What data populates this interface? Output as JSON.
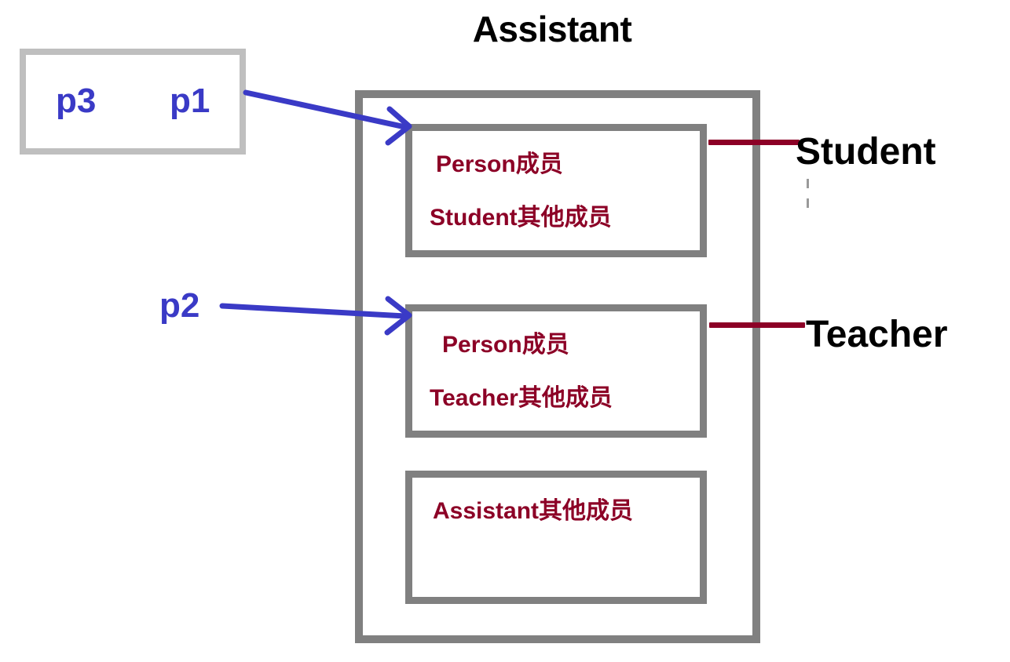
{
  "diagram": {
    "title": "Assistant",
    "pointer_box": {
      "pointers": [
        {
          "name": "p3"
        },
        {
          "name": "p1"
        }
      ]
    },
    "external_pointers": [
      {
        "name": "p2"
      }
    ],
    "object_box": {
      "label": "Assistant",
      "members": [
        {
          "id": "student",
          "class_label": "Student",
          "lines": [
            "Person成员",
            "Student其他成员"
          ]
        },
        {
          "id": "teacher",
          "class_label": "Teacher",
          "lines": [
            "Person成员",
            "Teacher其他成员"
          ]
        },
        {
          "id": "assistant",
          "class_label": "",
          "lines": [
            "Assistant其他成员"
          ]
        }
      ]
    },
    "colors": {
      "pointer_text": "#3A3AC6",
      "member_text": "#8C0026",
      "leader_line": "#8C0026",
      "box_border": "#808080",
      "pointer_box_border": "#BFBFBF",
      "title_text": "#000000",
      "arrow": "#3A3AC6"
    }
  }
}
